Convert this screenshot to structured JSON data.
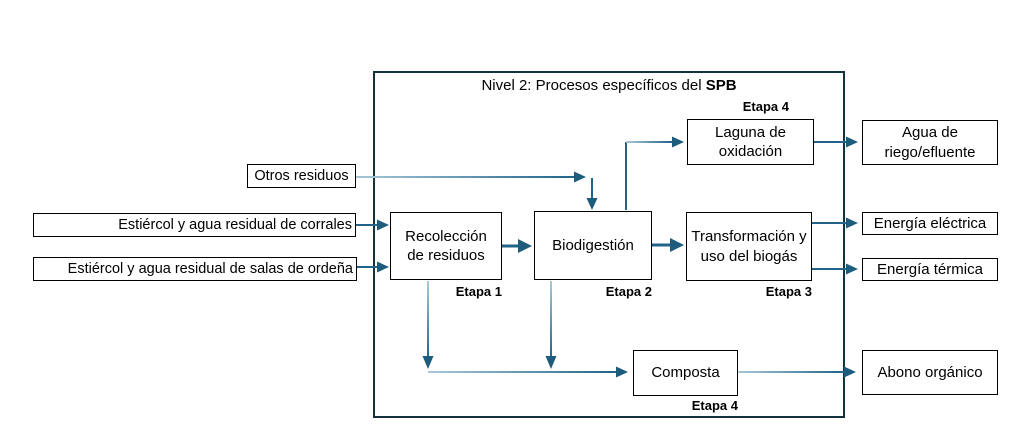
{
  "title": {
    "prefix": "Nivel 2: Procesos específicos del ",
    "emphasis": "SPB"
  },
  "inputs": {
    "otros_residuos": "Otros residuos",
    "corrales": "Estiércol  y agua residual de corrales",
    "ordena": "Estiércol  y agua residual de salas de ordeña"
  },
  "processes": {
    "recoleccion": {
      "line1": "Recolección",
      "line2": "de residuos",
      "etapa": "Etapa 1"
    },
    "biodigestion": {
      "label": "Biodigestión",
      "etapa": "Etapa 2"
    },
    "transformacion": {
      "line1": "Transformación y",
      "line2": "uso del biogás",
      "etapa": "Etapa 3"
    },
    "laguna": {
      "line1": "Laguna de",
      "line2": "oxidación",
      "etapa": "Etapa 4"
    },
    "composta": {
      "label": "Composta",
      "etapa": "Etapa 4"
    }
  },
  "outputs": {
    "agua_riego": {
      "line1": "Agua de",
      "line2": "riego/efluente"
    },
    "energia_electrica": "Energía eléctrica",
    "energia_termica": "Energía térmica",
    "abono_organico": "Abono orgánico"
  },
  "colors": {
    "connector_dark": "#21648A",
    "connector_light": "#A9C8D8",
    "arrowhead": "#1D5C7D",
    "box_border": "#000000",
    "frame_border": "#14323E"
  }
}
